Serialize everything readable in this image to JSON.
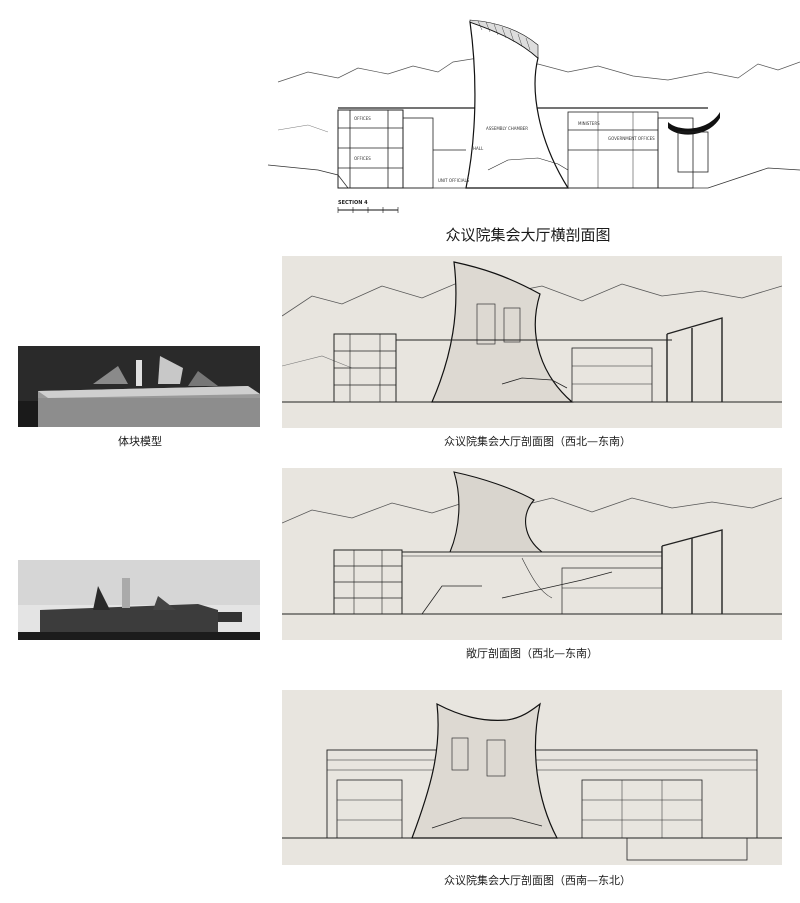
{
  "captions": {
    "top_section": "众议院集会大厅横剖面图",
    "massing_model": "体块模型",
    "hall_nw_se": "众议院集会大厅剖面图（西北—东南）",
    "forum_nw_se": "敞厅剖面图（西北—东南）",
    "hall_sw_ne": "众议院集会大厅剖面图（西南—东北）"
  },
  "drawing_labels": {
    "section_label": "SECTION 4",
    "assembly_chamber": "ASSEMBLY CHAMBER",
    "hall_in": "HALL",
    "offices_left": "OFFICES",
    "offices_lower": "OFFICES",
    "ministers": "MINISTERS",
    "government_offices": "GOVERNMENT OFFICES",
    "unit_officials": "UNIT OFFICIALS"
  }
}
